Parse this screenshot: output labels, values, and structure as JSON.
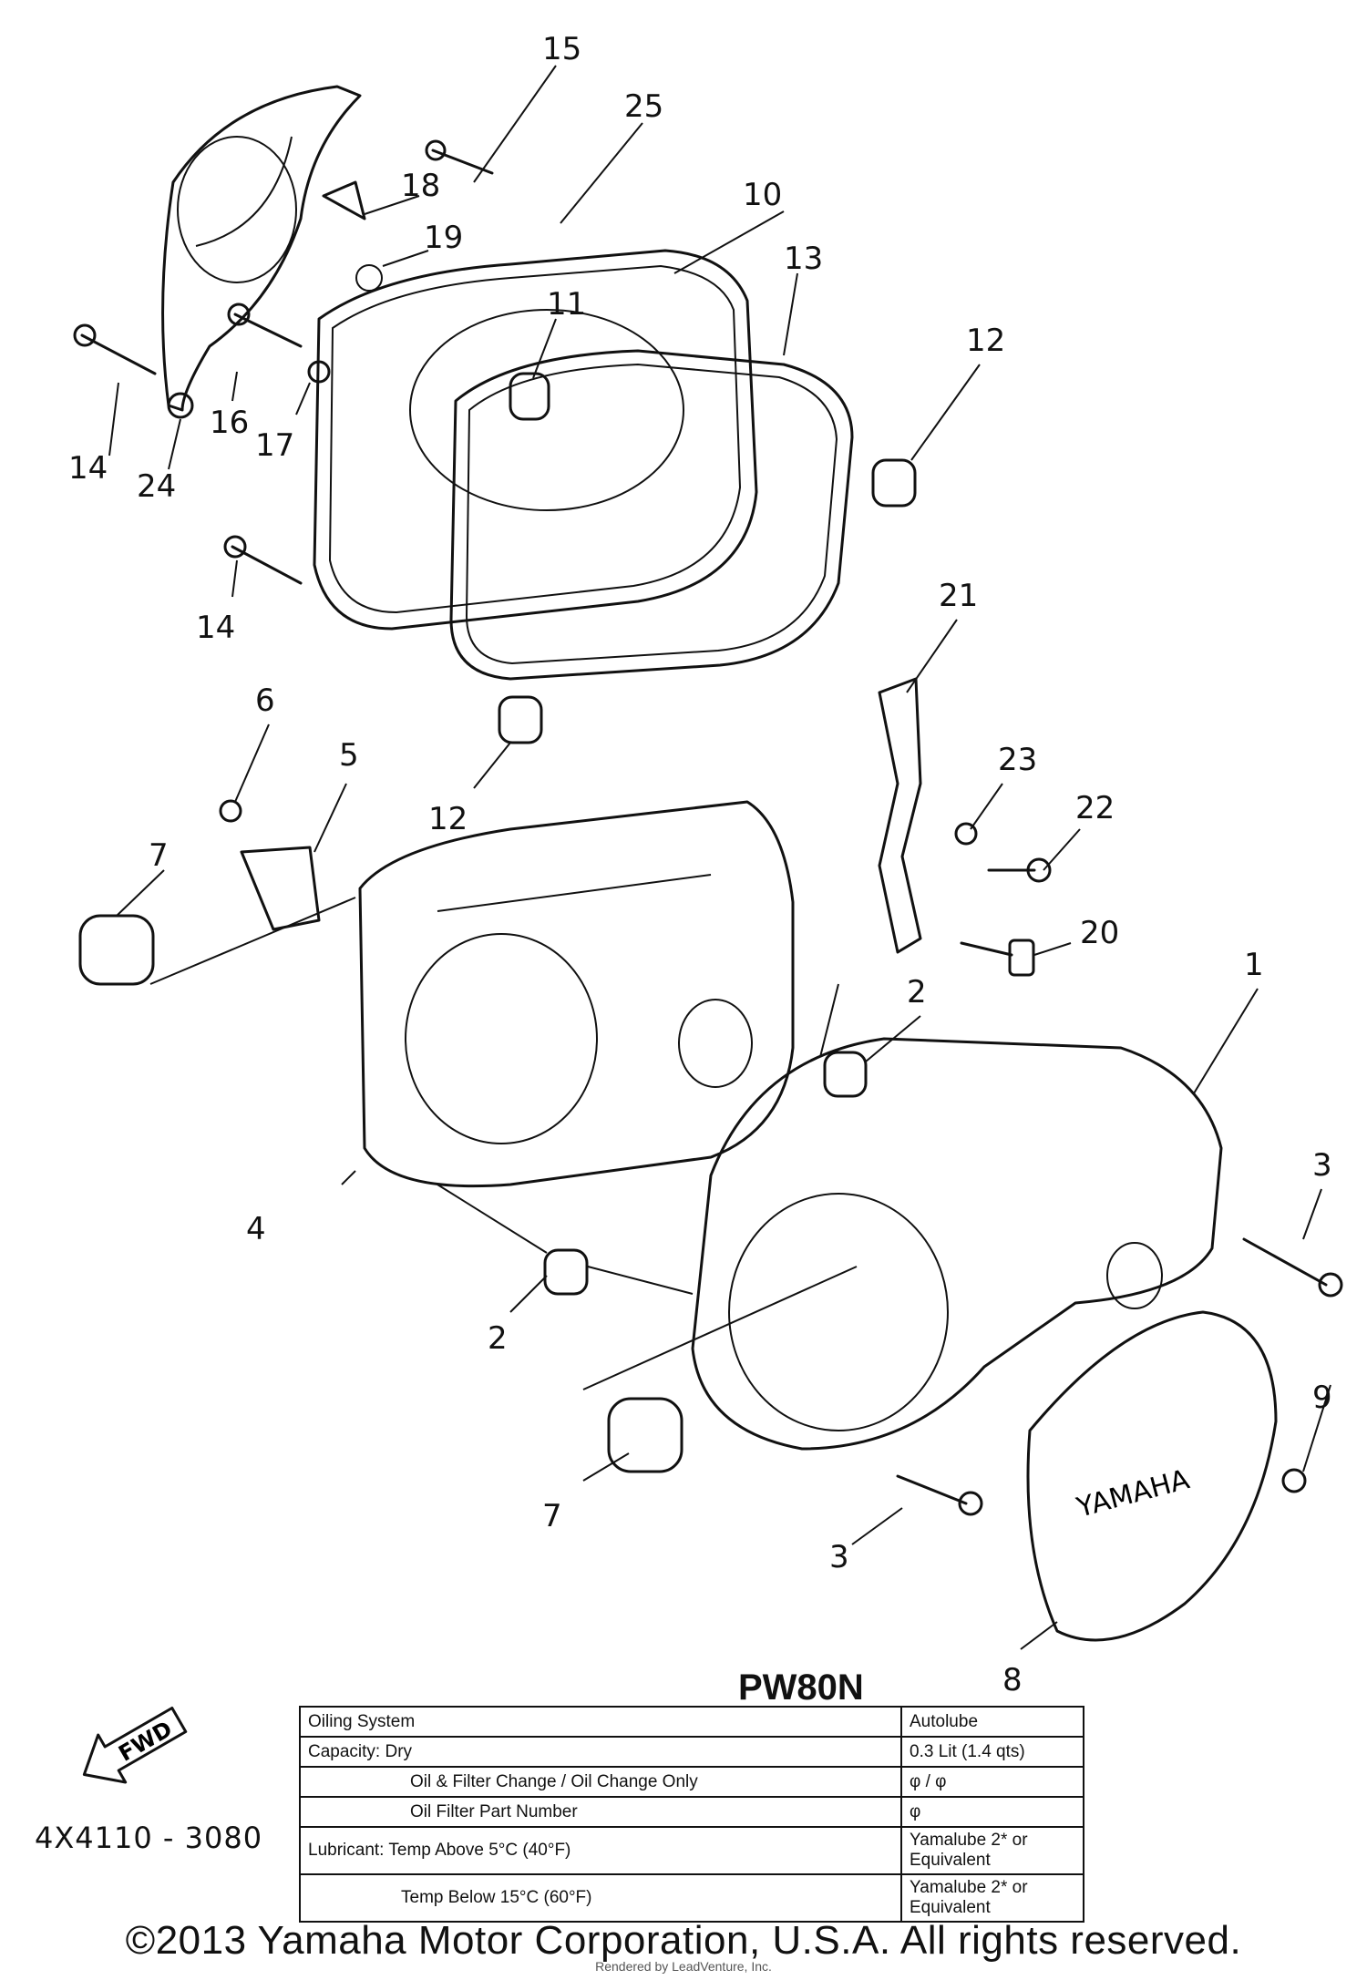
{
  "model": "PW80N",
  "diagram_code": "4X4110 - 3080",
  "fwd_label": "FWD",
  "cover_brand": "YAMAHA",
  "callouts": [
    "15",
    "25",
    "18",
    "10",
    "19",
    "13",
    "11",
    "12",
    "14",
    "16",
    "17",
    "24",
    "14",
    "21",
    "6",
    "5",
    "23",
    "22",
    "12",
    "7",
    "20",
    "2",
    "1",
    "3",
    "4",
    "2",
    "9",
    "7",
    "3",
    "8"
  ],
  "spec_table": [
    {
      "label": "Oiling System",
      "value": "Autolube"
    },
    {
      "label": "Capacity: Dry",
      "value": "0.3 Lit (1.4 qts)"
    },
    {
      "label": "Oil & Filter Change / Oil Change Only",
      "value": "φ / φ"
    },
    {
      "label": "Oil Filter Part Number",
      "value": "φ"
    },
    {
      "label": "Lubricant: Temp Above 5°C (40°F)",
      "value": "Yamalube 2* or Equivalent"
    },
    {
      "label": "Temp Below 15°C (60°F)",
      "value": "Yamalube 2* or Equivalent"
    }
  ],
  "copyright": "©2013 Yamaha Motor Corporation, U.S.A. All rights reserved.",
  "rendered_by": "Rendered by LeadVenture, Inc."
}
